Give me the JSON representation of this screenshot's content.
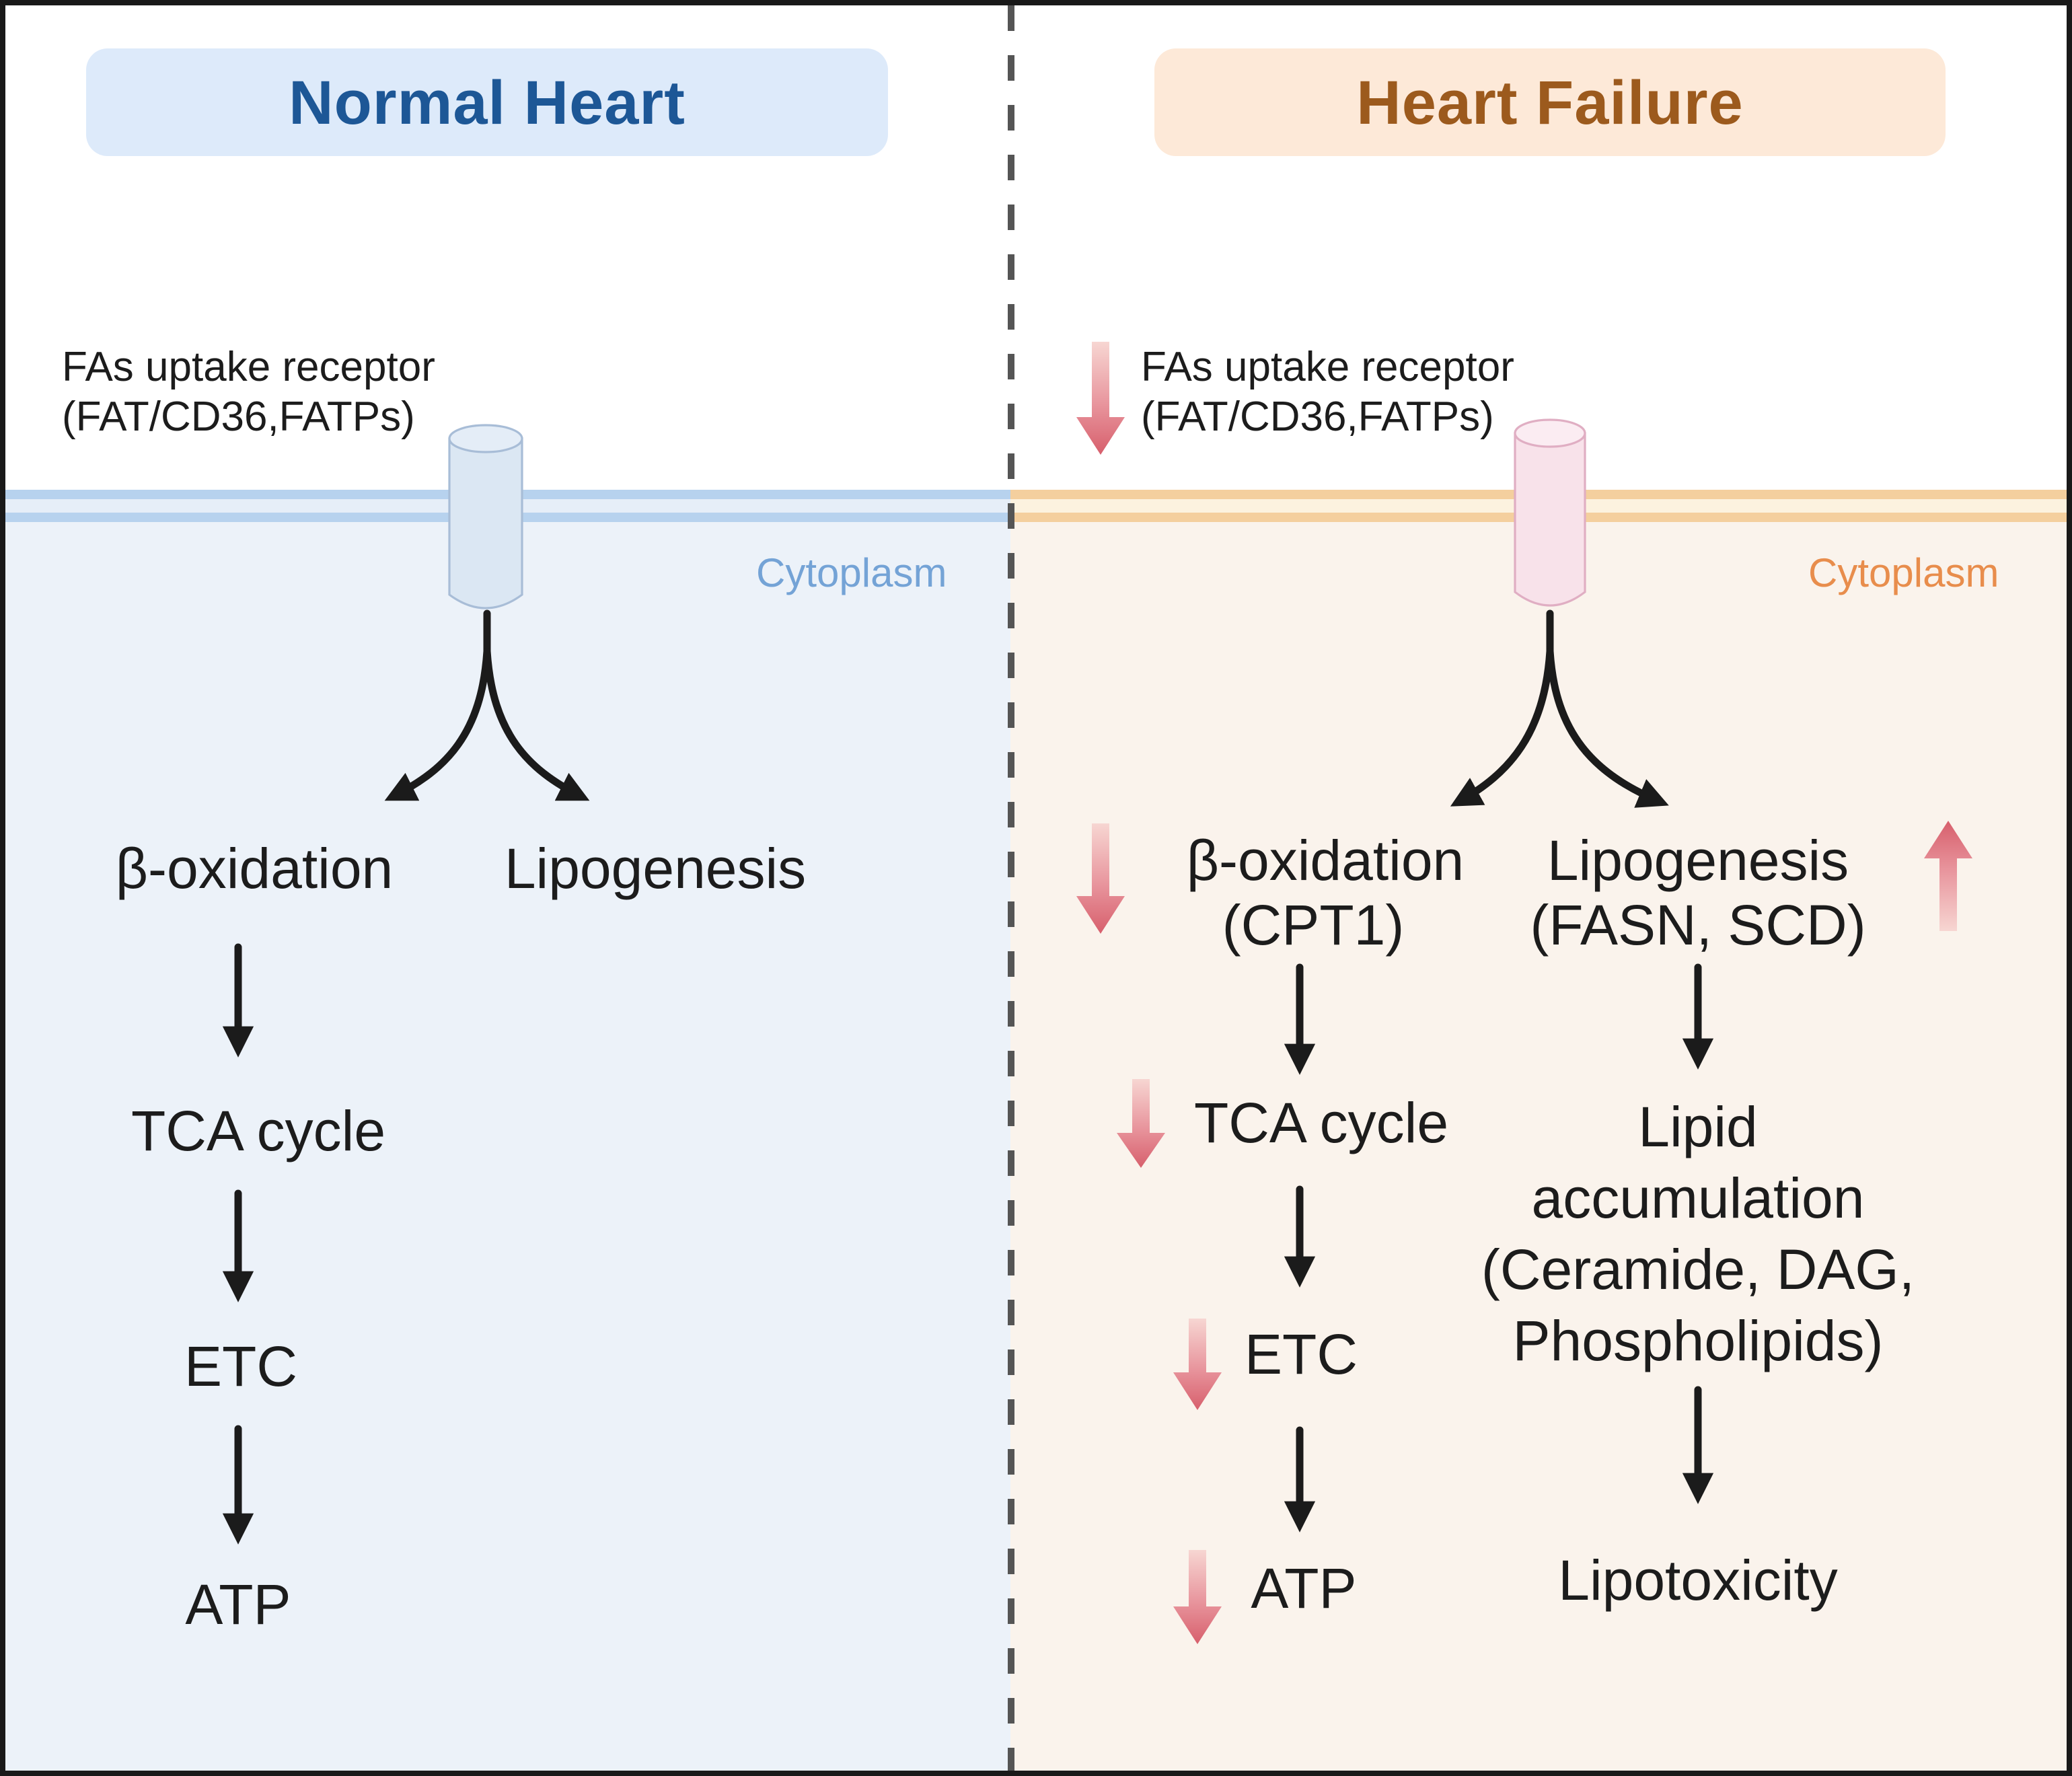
{
  "figure": {
    "left": {
      "title": "Normal Heart",
      "receptor_line1": "FAs uptake receptor",
      "receptor_line2": "(FAT/CD36,FATPs)",
      "cytoplasm": "Cytoplasm",
      "beta_oxidation": "β-oxidation",
      "lipogenesis": "Lipogenesis",
      "tca_cycle": "TCA cycle",
      "etc": "ETC",
      "atp": "ATP"
    },
    "right": {
      "title": "Heart Failure",
      "receptor_line1": "FAs uptake receptor",
      "receptor_line2": "(FAT/CD36,FATPs)",
      "cytoplasm": "Cytoplasm",
      "beta_oxidation": "β-oxidation",
      "beta_oxidation_enzyme": "(CPT1)",
      "lipogenesis": "Lipogenesis",
      "lipogenesis_enzymes": "(FASN, SCD)",
      "tca_cycle": "TCA cycle",
      "etc": "ETC",
      "atp": "ATP",
      "lipid_line1": "Lipid",
      "lipid_line2": "accumulation",
      "lipid_line3": "(Ceramide, DAG,",
      "lipid_line4": "Phospholipids)",
      "lipotoxicity": "Lipotoxicity"
    },
    "colors": {
      "normal_title": "#1d5796",
      "normal_badge_bg": "#ddeafa",
      "normal_membrane_strip": "#b7d2ee",
      "normal_membrane_fill": "#e6eef8",
      "normal_lower_bg": "#ecf2f9",
      "normal_cytoplasm": "#74a3d6",
      "normal_receptor_fill": "#dbe7f3",
      "normal_receptor_top": "#e4edf7",
      "normal_receptor_stroke": "#a8bdd7",
      "failure_title": "#9c5a1d",
      "failure_badge_bg": "#fde9d8",
      "failure_membrane_strip": "#f4cf9e",
      "failure_membrane_fill": "#fcf2df",
      "failure_lower_bg": "#faf3ec",
      "failure_cytoplasm": "#e88d4c",
      "failure_receptor_fill": "#f8e2ea",
      "failure_receptor_top": "#fbecf2",
      "failure_receptor_stroke": "#e0aec3",
      "arrow_black": "#1b1b1b",
      "arrow_red_light": "#f7d6d2",
      "arrow_red_mid": "#e8959d",
      "arrow_red_dark": "#d75f6c",
      "divider_gray": "#555555",
      "frame_black": "#191919"
    }
  }
}
